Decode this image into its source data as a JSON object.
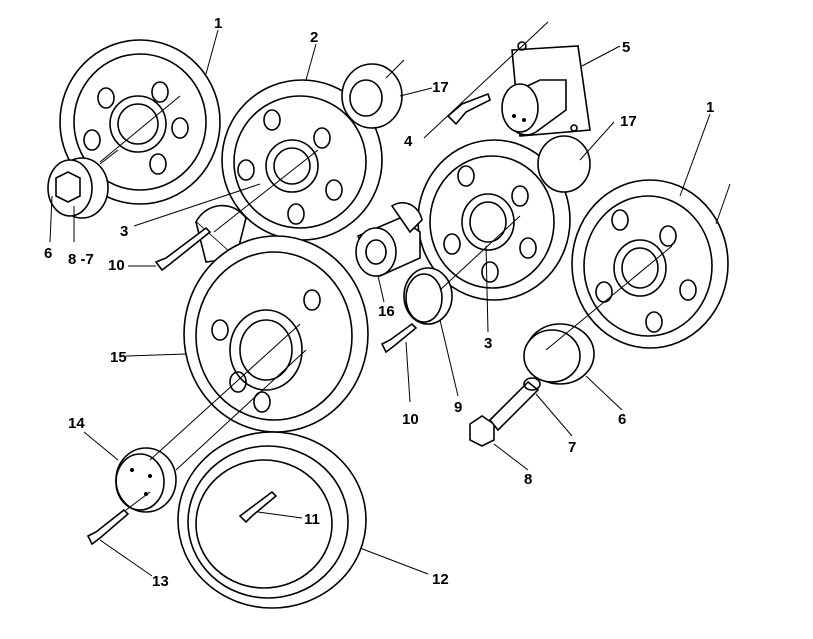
{
  "callouts": [
    {
      "id": "c1a",
      "text": "1"
    },
    {
      "id": "c2",
      "text": "2"
    },
    {
      "id": "c17a",
      "text": "17"
    },
    {
      "id": "c5",
      "text": "5"
    },
    {
      "id": "c4",
      "text": "4"
    },
    {
      "id": "c17b",
      "text": "17"
    },
    {
      "id": "c1b",
      "text": "1"
    },
    {
      "id": "c3a",
      "text": "3"
    },
    {
      "id": "c6a",
      "text": "6"
    },
    {
      "id": "c87",
      "text": "8 -7"
    },
    {
      "id": "c10a",
      "text": "10"
    },
    {
      "id": "c16",
      "text": "16"
    },
    {
      "id": "c3b",
      "text": "3"
    },
    {
      "id": "c15",
      "text": "15"
    },
    {
      "id": "c10b",
      "text": "10"
    },
    {
      "id": "c9",
      "text": "9"
    },
    {
      "id": "c6b",
      "text": "6"
    },
    {
      "id": "c7",
      "text": "7"
    },
    {
      "id": "c8",
      "text": "8"
    },
    {
      "id": "c14",
      "text": "14"
    },
    {
      "id": "c11",
      "text": "11"
    },
    {
      "id": "c12",
      "text": "12"
    },
    {
      "id": "c13",
      "text": "13"
    }
  ]
}
